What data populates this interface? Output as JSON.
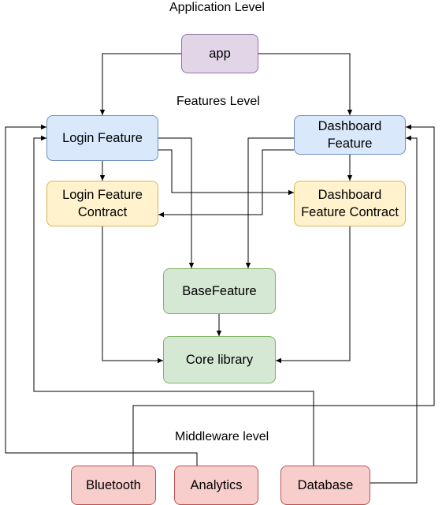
{
  "levels": {
    "application": "Application Level",
    "features": "Features Level",
    "middleware": "Middleware level"
  },
  "nodes": {
    "app": "app",
    "login_feature": "Login Feature",
    "dashboard_feature": {
      "line1": "Dashboard",
      "line2": "Feature"
    },
    "login_contract": {
      "line1": "Login Feature",
      "line2": "Contract"
    },
    "dashboard_contract": {
      "line1": "Dashboard",
      "line2": "Feature Contract"
    },
    "base_feature": "BaseFeature",
    "core_library": "Core library",
    "bluetooth": "Bluetooth",
    "analytics": "Analytics",
    "database": "Database"
  },
  "colors": {
    "app": "#e1d5e7",
    "feature": "#dae8fc",
    "contract": "#fff2cc",
    "base": "#d5e8d4",
    "middleware": "#f8cecc",
    "edge": "#000000"
  }
}
